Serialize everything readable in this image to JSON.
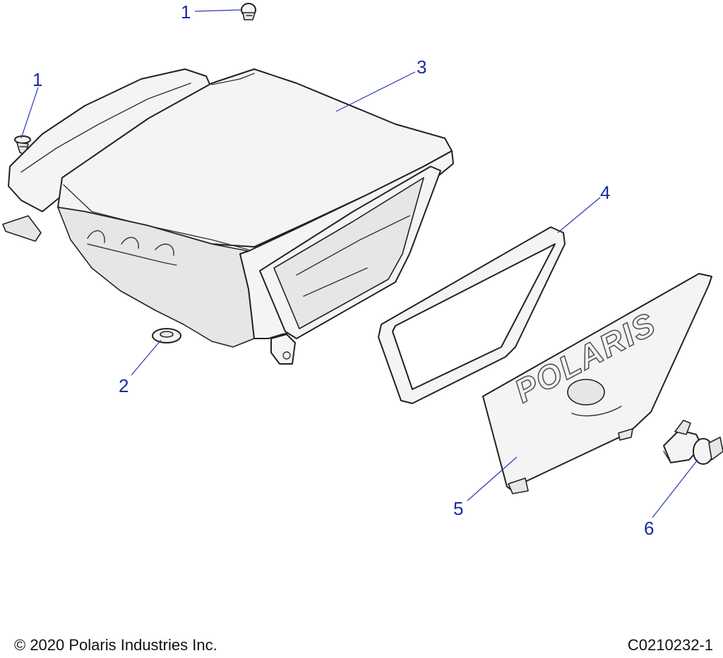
{
  "callouts": [
    {
      "id": "callout-1a",
      "label": "1"
    },
    {
      "id": "callout-1b",
      "label": "1"
    },
    {
      "id": "callout-2",
      "label": "2"
    },
    {
      "id": "callout-3",
      "label": "3"
    },
    {
      "id": "callout-4",
      "label": "4"
    },
    {
      "id": "callout-5",
      "label": "5"
    },
    {
      "id": "callout-6",
      "label": "6"
    }
  ],
  "logo_text": "POLARIS",
  "footer": {
    "copyright": "© 2020 Polaris Industries Inc.",
    "figure_id": "C0210232-1"
  },
  "colors": {
    "callout": "#1a2aa0",
    "line": "#222222",
    "part_fill": "#f4f4f4"
  }
}
